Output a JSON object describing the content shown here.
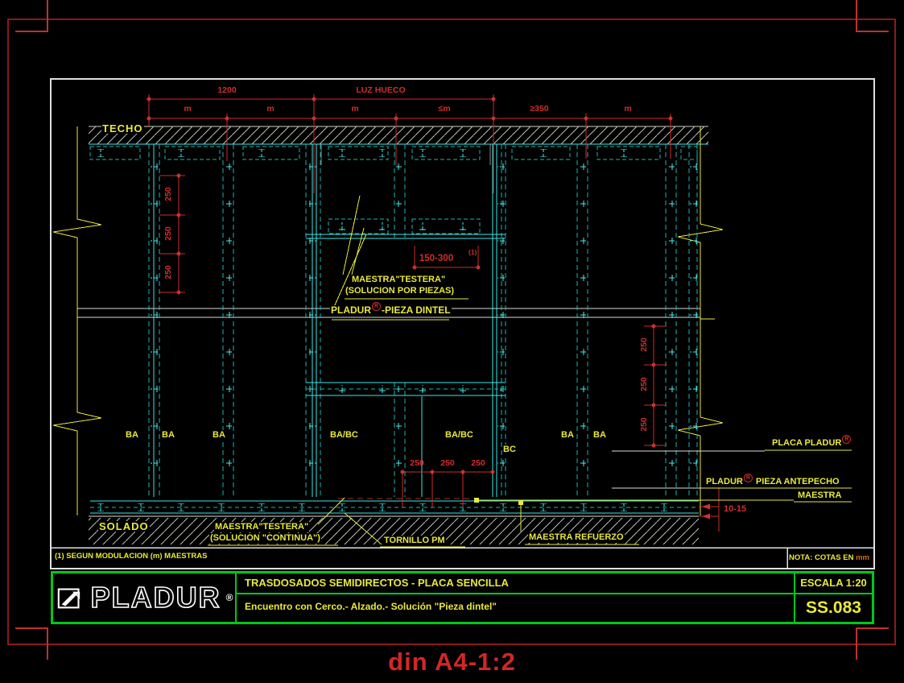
{
  "frame": {
    "caption": "din A4-1:2"
  },
  "drawing": {
    "zones": {
      "ceiling": "TECHO",
      "floor": "SOLADO"
    },
    "dims": {
      "top1200": "1200",
      "luz": "LUZ HUECO",
      "mods": [
        "m",
        "m",
        "m",
        "≤m",
        "≥350",
        "m"
      ],
      "left250": [
        "250",
        "250",
        "250"
      ],
      "right250": [
        "250",
        "250",
        "250"
      ],
      "lintel": "150-300",
      "lintel_sup": "(1)",
      "sill250": [
        "250",
        "250",
        "250"
      ],
      "gap": "10-15"
    },
    "studs": {
      "ba": [
        "BA",
        "BA",
        "BA",
        "BA/BC",
        "BA/BC",
        "BA",
        "BA"
      ],
      "bc": "BC"
    },
    "callouts": {
      "testera_piezas1": "MAESTRA\"TESTERA\"",
      "testera_piezas2": "(SOLUCION POR PIEZAS)",
      "dintel_brand": "PLADUR",
      "dintel_reg": "R",
      "dintel_rest": "-PIEZA DINTEL",
      "testera_cont1": "MAESTRA\"TESTERA\"",
      "testera_cont2": "(SOLUCION \"CONTINUA\")",
      "tornillo": "TORNILLO PM",
      "refuerzo": "MAESTRA REFUERZO",
      "placa": "PLACA PLADUR",
      "placa_reg": "R",
      "antepecho_brand": "PLADUR",
      "antepecho_reg": "R",
      "antepecho_rest": " PIEZA ANTEPECHO",
      "maestra": "MAESTRA"
    },
    "notes": {
      "modulation": "(1) SEGUN MODULACION (m) MAESTRAS",
      "nota": "NOTA: COTAS EN ",
      "nota_unit": "mm"
    }
  },
  "titleblock": {
    "brand": "PLADUR",
    "brand_reg": "®",
    "title": "TRASDOSADOS SEMIDIRECTOS - PLACA SENCILLA",
    "subtitle": "Encuentro con Cerco.- Alzado.- Solución \"Pieza dintel\"",
    "scale": "ESCALA 1:20",
    "code": "SS.083"
  }
}
